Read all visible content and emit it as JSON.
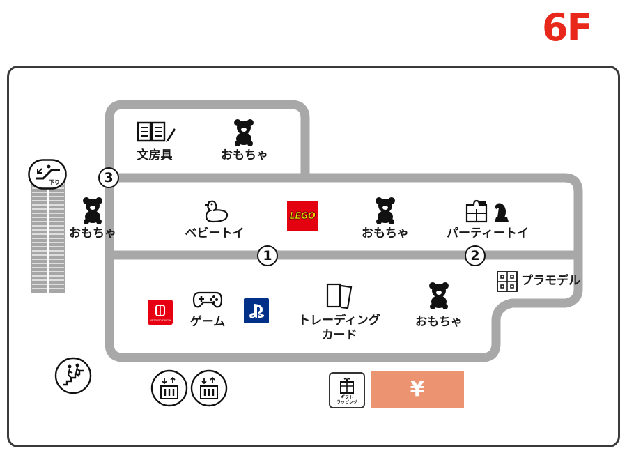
{
  "floor": "6F",
  "zones": {
    "stationery": "文房具",
    "toys_top": "おもちゃ",
    "toys_left": "おもちゃ",
    "baby_toys": "ベビートイ",
    "toys_center": "おもちゃ",
    "party_toys": "パーティートイ",
    "plastic_models": "プラモデル",
    "game": "ゲーム",
    "trading_cards_line1": "トレーディング",
    "trading_cards_line2": "カード",
    "toys_bottom": "おもちゃ"
  },
  "markers": [
    "1",
    "2",
    "3"
  ],
  "escalator": {
    "direction_label": "下り"
  },
  "brands": {
    "lego": "LEGO",
    "switch_small": "NINTENDO SWITCH"
  },
  "gift_wrapping": {
    "line1": "ギフト",
    "line2": "ラッピング"
  },
  "cashier": {
    "symbol": "¥",
    "color": "#ec9472"
  },
  "colors": {
    "floor_label": "#e8281b",
    "aisle": "#a8a8a8"
  }
}
